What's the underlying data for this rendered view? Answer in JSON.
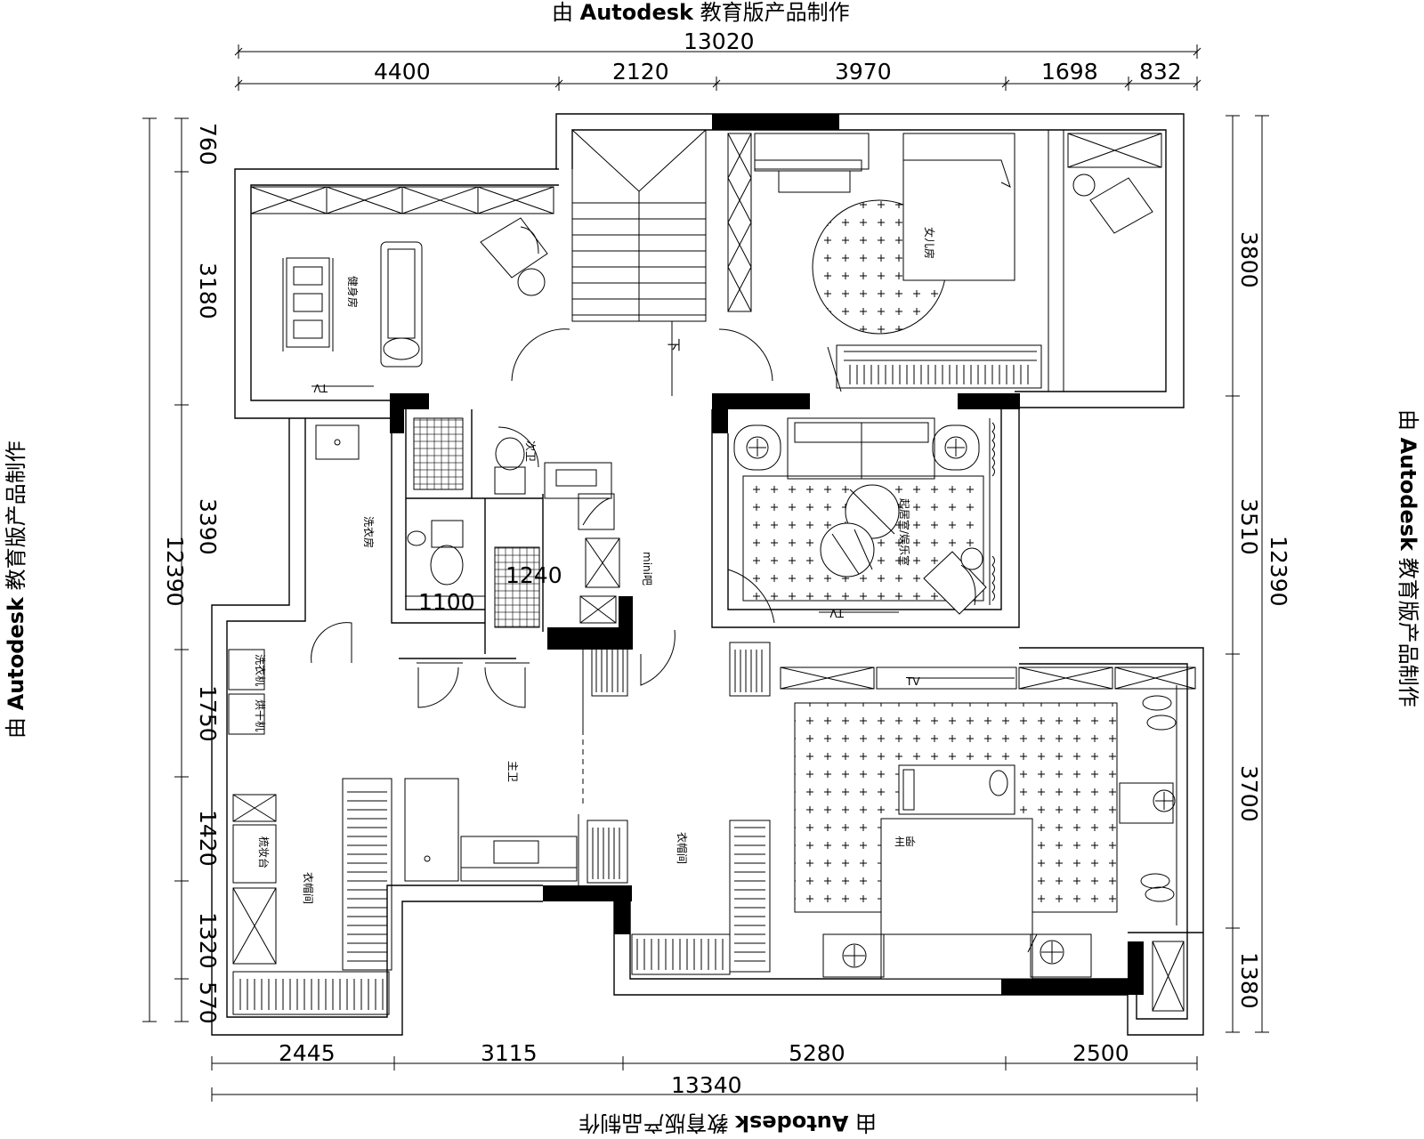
{
  "watermark": {
    "prefix": "由",
    "brand": "Autodesk",
    "suffix": "教育版产品制作"
  },
  "dimensions": {
    "top_total": "13020",
    "top_segments": [
      "4400",
      "2120",
      "3970",
      "1698",
      "832"
    ],
    "left_total": "12390",
    "left_segments": [
      "760",
      "3180",
      "3390",
      "1750",
      "1420",
      "1320",
      "570"
    ],
    "right_total": "12390",
    "right_segments": [
      "3800",
      "3510",
      "3700",
      "1380"
    ],
    "bottom_total": "13340",
    "bottom_segments": [
      "2445",
      "3115",
      "5280",
      "2500"
    ]
  },
  "rooms": {
    "gym": "健身房",
    "daughter": "女儿房",
    "laundry": "洗衣房",
    "second_bath": "次卫",
    "family_room": "起居室/娱乐室",
    "mini_bar": "mini吧",
    "master_bath": "主卫",
    "washer": "洗衣机",
    "dryer": "烘干机",
    "vanity": "梳妆台",
    "closet_left": "衣帽间",
    "closet_center": "衣帽间",
    "master_bedroom": "主卧"
  },
  "annotations": {
    "stair_down": "下",
    "tv_gym": "TV",
    "tv_family": "TV",
    "tv_master": "TV",
    "shower_w": "1100",
    "shower_h": "1240"
  }
}
